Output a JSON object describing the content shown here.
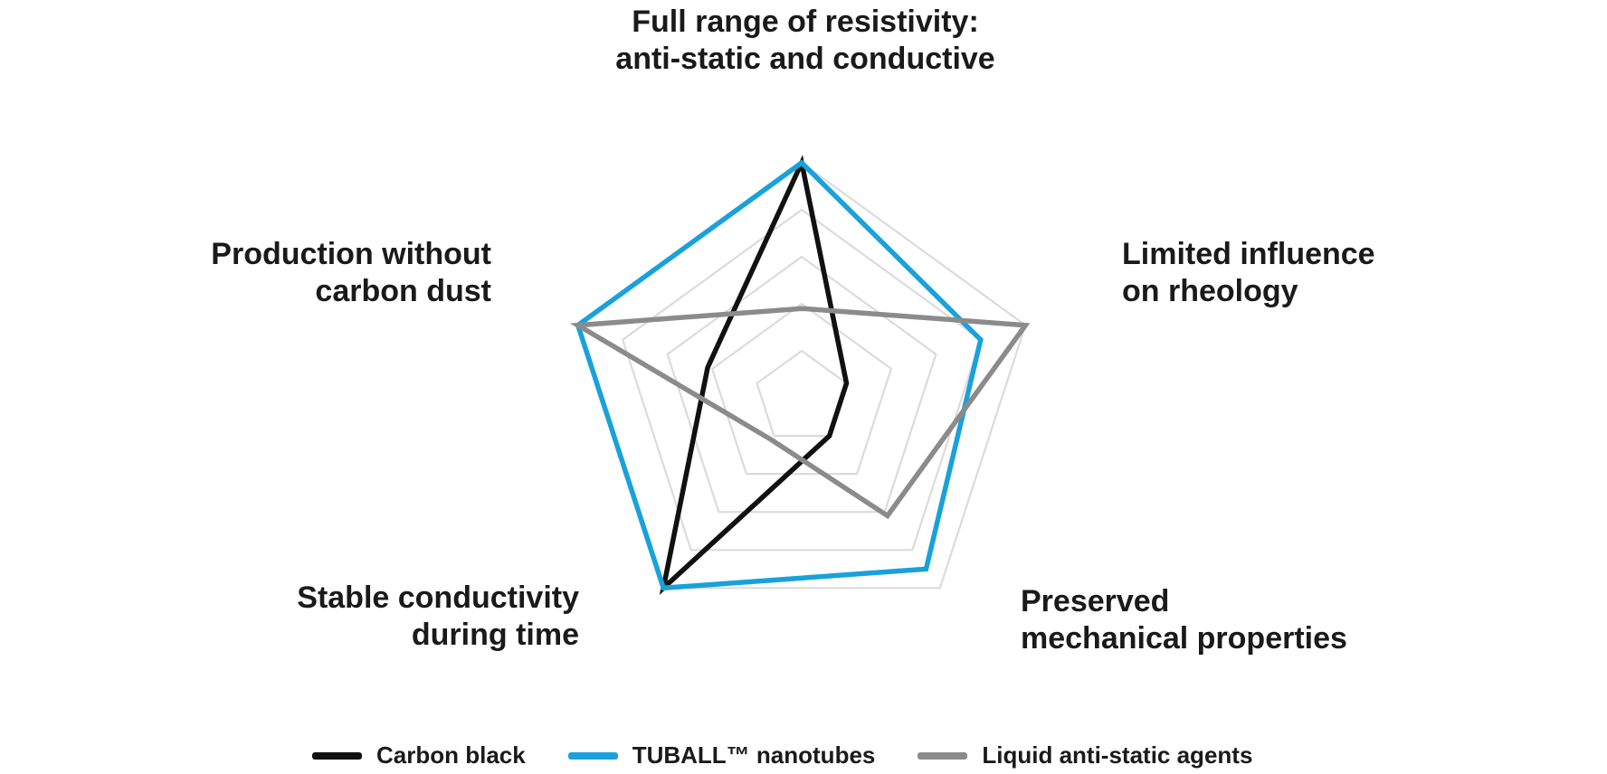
{
  "chart_data": {
    "type": "radar",
    "shape": "pentagon",
    "grid": {
      "rings": 5,
      "ring_color": "#dbdbdb",
      "ring_stroke_width": 2.2,
      "spokes_visible": false
    },
    "scale": {
      "min": 0,
      "max": 5
    },
    "axes": [
      {
        "id": "resistivity",
        "position": "top",
        "lines": [
          "Full range of resistivity:",
          "anti-static and conductive"
        ]
      },
      {
        "id": "rheology",
        "position": "right",
        "lines": [
          "Limited influence",
          "on rheology"
        ]
      },
      {
        "id": "mechanical",
        "position": "bottom-right",
        "lines": [
          "Preserved",
          "mechanical properties"
        ]
      },
      {
        "id": "conductivity",
        "position": "bottom-left",
        "lines": [
          "Stable conductivity",
          "during time"
        ]
      },
      {
        "id": "carbon-dust",
        "position": "left",
        "lines": [
          "Production without",
          "carbon dust"
        ]
      }
    ],
    "series": [
      {
        "name": "Carbon black",
        "color": "#111111",
        "stroke_width": 5.5,
        "values": [
          5,
          1,
          1,
          5,
          2.1
        ]
      },
      {
        "name": "TUBALL™ nanotubes",
        "color": "#19a1db",
        "stroke_width": 5.5,
        "values": [
          5,
          4,
          4.5,
          5,
          5
        ]
      },
      {
        "name": "Liquid anti-static agents",
        "color": "#8b8b8b",
        "stroke_width": 5.5,
        "values": [
          1.9,
          5,
          3.1,
          1.1,
          5
        ]
      }
    ],
    "layout": {
      "center_x": 886,
      "center_y": 440,
      "radius": 260,
      "axis_angles_deg": [
        -90,
        -18,
        54,
        126,
        198
      ],
      "legend_position": "bottom",
      "background": "#ffffff",
      "text_color": "#1a1a1a"
    }
  },
  "legend": {
    "items": [
      {
        "label": "Carbon black",
        "color": "#111111"
      },
      {
        "label": "TUBALL™ nanotubes",
        "color": "#19a1db"
      },
      {
        "label": "Liquid anti-static agents",
        "color": "#8b8b8b"
      }
    ]
  }
}
